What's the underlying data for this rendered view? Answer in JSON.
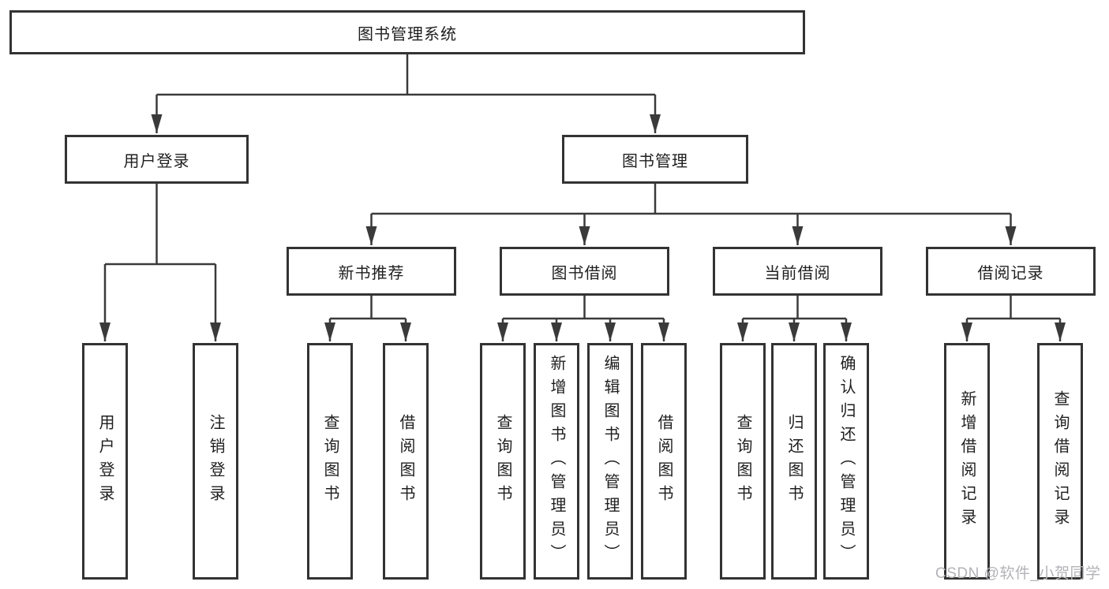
{
  "diagram": {
    "root": {
      "label": "图书管理系统",
      "children": [
        {
          "label": "用户登录",
          "children": [
            {
              "label": "用户登录"
            },
            {
              "label": "注销登录"
            }
          ]
        },
        {
          "label": "图书管理",
          "children": [
            {
              "label": "新书推荐",
              "children": [
                {
                  "label": "查询图书"
                },
                {
                  "label": "借阅图书"
                }
              ]
            },
            {
              "label": "图书借阅",
              "children": [
                {
                  "label": "查询图书"
                },
                {
                  "label": "新增图书（管理员）"
                },
                {
                  "label": "编辑图书（管理员）"
                },
                {
                  "label": "借阅图书"
                }
              ]
            },
            {
              "label": "当前借阅",
              "children": [
                {
                  "label": "查询图书"
                },
                {
                  "label": "归还图书"
                },
                {
                  "label": "确认归还（管理员）"
                }
              ]
            },
            {
              "label": "借阅记录",
              "children": [
                {
                  "label": "新增借阅记录"
                },
                {
                  "label": "查询借阅记录"
                }
              ]
            }
          ]
        }
      ]
    }
  },
  "watermark": {
    "text": "CSDN @软件_小贺同学"
  },
  "colors": {
    "line": "#3a3a3a",
    "box_border": "#333333",
    "box_bg": "#ffffff",
    "text": "#1f1f1f",
    "watermark": "#b3b3b8",
    "background": "#ffffff"
  }
}
